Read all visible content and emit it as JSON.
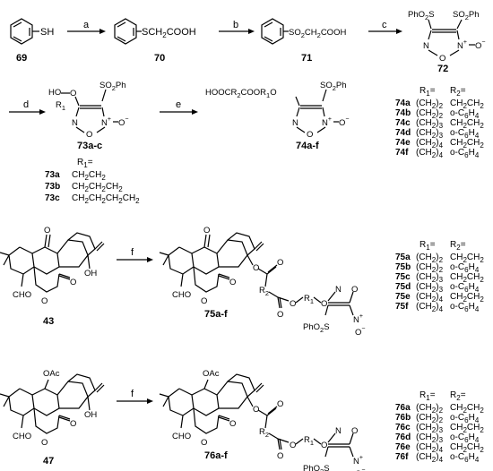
{
  "row1": {
    "c69": {
      "id": "69",
      "label": "SH"
    },
    "c70": {
      "id": "70",
      "label": "SCH2COOH"
    },
    "c71": {
      "id": "71",
      "label": "SO2CH2COOH"
    },
    "c72": {
      "id": "72",
      "sub_left": "PhO2S",
      "sub_right": "SO2Ph"
    },
    "step_a": "a",
    "step_b": "b",
    "step_c": "c"
  },
  "row2": {
    "step_d": "d",
    "step_e": "e",
    "c73": {
      "id": "73a-c",
      "ho": "HO",
      "r1": "R1",
      "so2ph": "SO2Ph"
    },
    "c74": {
      "id": "74a-f",
      "prefix": "HOOCR2COOR1O",
      "so2ph": "SO2Ph"
    },
    "r1_header": "R1=",
    "r1_table": [
      {
        "id": "73a",
        "r1": "CH2CH2"
      },
      {
        "id": "73b",
        "r1": "CH2CH2CH2"
      },
      {
        "id": "73c",
        "r1": "CH2CH2CH2CH2"
      }
    ],
    "header_r1": "R1=",
    "header_r2": "R2=",
    "table": [
      {
        "id": "74a",
        "r1": "(CH2)2",
        "r2": "CH2CH2"
      },
      {
        "id": "74b",
        "r1": "(CH2)2",
        "r2": "o-C6H4"
      },
      {
        "id": "74c",
        "r1": "(CH2)3",
        "r2": "CH2CH2"
      },
      {
        "id": "74d",
        "r1": "(CH2)3",
        "r2": "o-C6H4"
      },
      {
        "id": "74e",
        "r1": "(CH2)4",
        "r2": "CH2CH2"
      },
      {
        "id": "74f",
        "r1": "(CH2)4",
        "r2": "o-C6H4"
      }
    ]
  },
  "row3": {
    "step_f": "f",
    "c43": {
      "id": "43"
    },
    "c75": {
      "id": "75a-f"
    },
    "header_r1": "R1=",
    "header_r2": "R2=",
    "table": [
      {
        "id": "75a",
        "r1": "(CH2)2",
        "r2": "CH2CH2"
      },
      {
        "id": "75b",
        "r1": "(CH2)2",
        "r2": "o-C6H4"
      },
      {
        "id": "75c",
        "r1": "(CH2)3",
        "r2": "CH2CH2"
      },
      {
        "id": "75d",
        "r1": "(CH2)3",
        "r2": "o-C6H4"
      },
      {
        "id": "75e",
        "r1": "(CH2)4",
        "r2": "CH2CH2"
      },
      {
        "id": "75f",
        "r1": "(CH2)4",
        "r2": "o-C6H4"
      }
    ]
  },
  "row4": {
    "step_f": "f",
    "c47": {
      "id": "47"
    },
    "c76": {
      "id": "76a-f"
    },
    "header_r1": "R1=",
    "header_r2": "R2=",
    "table": [
      {
        "id": "76a",
        "r1": "(CH2)2",
        "r2": "CH2CH2"
      },
      {
        "id": "76b",
        "r1": "(CH2)2",
        "r2": "o-C6H4"
      },
      {
        "id": "76c",
        "r1": "(CH2)3",
        "r2": "CH2CH2"
      },
      {
        "id": "76d",
        "r1": "(CH2)3",
        "r2": "o-C6H4"
      },
      {
        "id": "76e",
        "r1": "(CH2)4",
        "r2": "CH2CH2"
      },
      {
        "id": "76f",
        "r1": "(CH2)4",
        "r2": "o-C6H4"
      }
    ]
  },
  "labels": {
    "oh": "OH",
    "cho": "CHO",
    "oac": "OAc",
    "o": "O",
    "n": "N",
    "plus": "+",
    "ominus": "O",
    "minus": "−",
    "r2": "R2",
    "r1": "R1",
    "pho2s": "PhO2S"
  }
}
